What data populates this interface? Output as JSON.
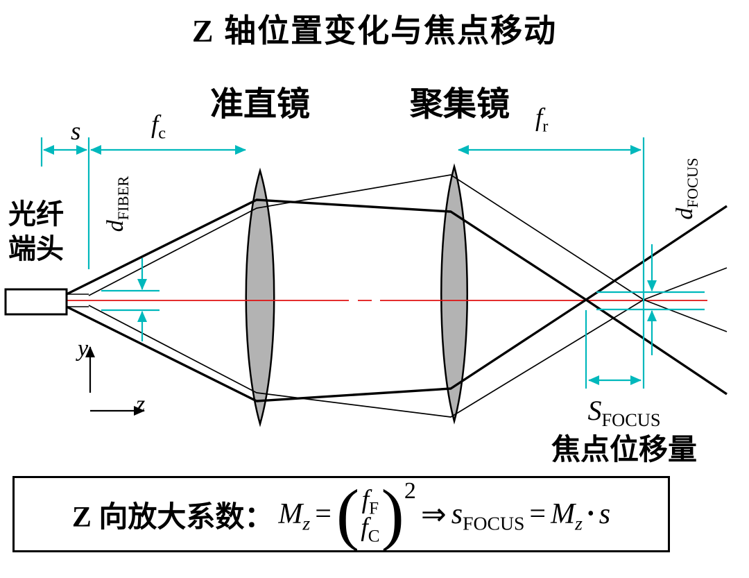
{
  "title": "Z 轴位置变化与焦点移动",
  "diagram": {
    "collimating_lens_label": "准直镜",
    "focusing_lens_label": "聚集镜",
    "fiber_end_line1": "光纤",
    "fiber_end_line2": "端头",
    "dim_s": "s",
    "dim_fc": {
      "base": "f",
      "sub": "c"
    },
    "dim_fr": {
      "base": "f",
      "sub": "r"
    },
    "dim_dfiber": {
      "base": "d",
      "sub": "FIBER"
    },
    "dim_dfocus": {
      "base": "d",
      "sub": "FOCUS"
    },
    "dim_sfocus": {
      "base": "S",
      "sub": "FOCUS"
    },
    "focus_shift_label": "焦点位移量",
    "axis_y": "y",
    "axis_z": "z"
  },
  "formula": {
    "prefix": "Z 向放大系数：",
    "m": {
      "base": "M",
      "sub": "z"
    },
    "eq1": "=",
    "lparen": "(",
    "num": {
      "base": "f",
      "sub": "F"
    },
    "den": {
      "base": "f",
      "sub": "C"
    },
    "rparen": ")",
    "exponent": "2",
    "implies": "⇒",
    "s_focus": {
      "base": "s",
      "sub": "FOCUS"
    },
    "eq2": "=",
    "m2": {
      "base": "M",
      "sub": "z"
    },
    "dot": "•",
    "s": "s"
  },
  "colors": {
    "dimension_cyan": "#00b8bc",
    "optical_axis_red": "#e01010",
    "lens_gray": "#b3b3b3",
    "line_black": "#000000",
    "background": "#ffffff"
  }
}
